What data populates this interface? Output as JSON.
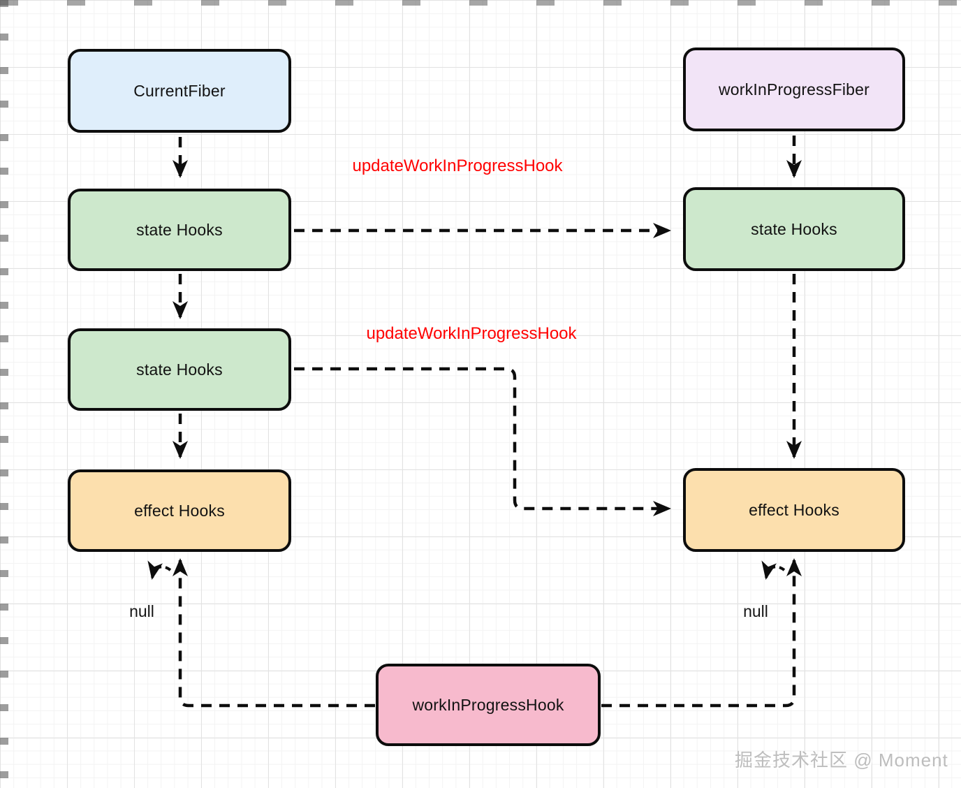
{
  "diagram": {
    "nodes": {
      "current_fiber": {
        "label": "CurrentFiber",
        "fill": "#dfeefb"
      },
      "wip_fiber": {
        "label": "workInProgressFiber",
        "fill": "#f2e4f7"
      },
      "state_hooks_l1": {
        "label": "state Hooks",
        "fill": "#cde8cc"
      },
      "state_hooks_l2": {
        "label": "state Hooks",
        "fill": "#cde8cc"
      },
      "effect_hooks_l": {
        "label": "effect Hooks",
        "fill": "#fcdfad"
      },
      "state_hooks_r": {
        "label": "state Hooks",
        "fill": "#cde8cc"
      },
      "effect_hooks_r": {
        "label": "effect Hooks",
        "fill": "#fcdfad"
      },
      "wip_hook": {
        "label": "workInProgressHook",
        "fill": "#f7bacd"
      }
    },
    "edge_labels": {
      "update_hook_top": {
        "text": "updateWorkInProgressHook",
        "color": "#ff0000"
      },
      "update_hook_middle": {
        "text": "updateWorkInProgressHook",
        "color": "#ff0000"
      }
    },
    "annotations": {
      "null_left": "null",
      "null_right": "null"
    },
    "watermark": "掘金技术社区 @ Moment",
    "colors": {
      "stroke": "#0d0d0d",
      "grid_minor": "#f3f3f3",
      "grid_major": "#e2e2e2",
      "label_red": "#ff0000",
      "watermark_gray": "#bdbdbd"
    }
  }
}
